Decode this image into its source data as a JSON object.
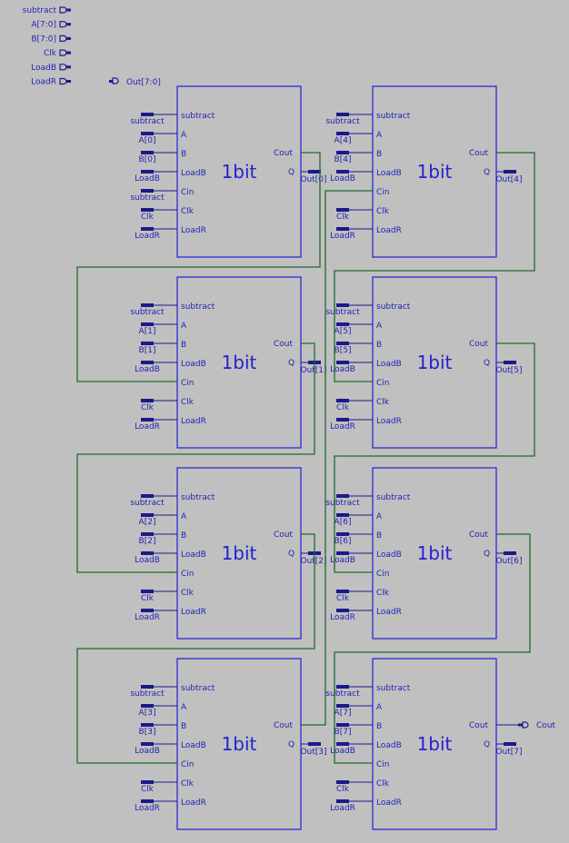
{
  "colors": {
    "background": "#c0c0c0",
    "block_stroke": "#2b2bd6",
    "pin": "#1a1a8a",
    "text": "#2323b5",
    "wire": "#1f6b2c"
  },
  "inputs": [
    "subtract",
    "A[7:0]",
    "B[7:0]",
    "Clk",
    "LoadB",
    "LoadR"
  ],
  "output_bus": "Out[7:0]",
  "output_cout": "Cout",
  "block_title": "1bit",
  "block_ports": {
    "left": [
      "subtract",
      "A",
      "B",
      "LoadB",
      "Cin",
      "Clk",
      "LoadR"
    ],
    "right": [
      "Cout",
      "Q"
    ]
  },
  "blocks": [
    {
      "bit": 0,
      "external": [
        "subtract",
        "A[0]",
        "B[0]",
        "LoadB",
        "subtract",
        "Clk",
        "LoadR"
      ],
      "out": "Out[0]"
    },
    {
      "bit": 1,
      "external": [
        "subtract",
        "A[1]",
        "B[1]",
        "LoadB",
        "",
        "Clk",
        "LoadR"
      ],
      "out": "Out[1]"
    },
    {
      "bit": 2,
      "external": [
        "subtract",
        "A[2]",
        "B[2]",
        "LoadB",
        "",
        "Clk",
        "LoadR"
      ],
      "out": "Out[2]"
    },
    {
      "bit": 3,
      "external": [
        "subtract",
        "A[3]",
        "B[3]",
        "LoadB",
        "",
        "Clk",
        "LoadR"
      ],
      "out": "Out[3]"
    },
    {
      "bit": 4,
      "external": [
        "subtract",
        "A[4]",
        "B[4]",
        "LoadB",
        "",
        "Clk",
        "LoadR"
      ],
      "out": "Out[4]"
    },
    {
      "bit": 5,
      "external": [
        "subtract",
        "A[5]",
        "B[5]",
        "LoadB",
        "",
        "Clk",
        "LoadR"
      ],
      "out": "Out[5]"
    },
    {
      "bit": 6,
      "external": [
        "subtract",
        "A[6]",
        "B[6]",
        "LoadB",
        "",
        "Clk",
        "LoadR"
      ],
      "out": "Out[6]"
    },
    {
      "bit": 7,
      "external": [
        "subtract",
        "A[7]",
        "B[7]",
        "LoadB",
        "",
        "Clk",
        "LoadR"
      ],
      "out": "Out[7]"
    }
  ]
}
